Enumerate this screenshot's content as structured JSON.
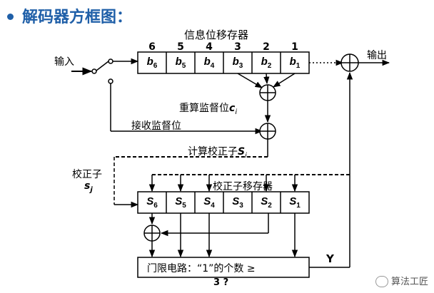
{
  "title": "解码器方框图：",
  "labels": {
    "info_register": "信息位移存器",
    "input": "输入",
    "output": "输出",
    "recompute_check": "重算监督位",
    "recompute_check_var": "c",
    "recompute_check_sub": "i",
    "receive_check": "接收监督位",
    "compute_syndrome": "计算校正子",
    "compute_syndrome_var": "S",
    "compute_syndrome_sub": "i",
    "syndrome": "校正子",
    "syndrome_var": "s",
    "syndrome_sub": "j",
    "syndrome_register": "校正子移存器",
    "threshold_circuit": "门限电路：“1”的个数 ≥",
    "threshold_value": "3 ?",
    "y_signal": "Y"
  },
  "positions": [
    "6",
    "5",
    "4",
    "3",
    "2",
    "1"
  ],
  "info_cells": [
    {
      "var": "b",
      "sub": "6"
    },
    {
      "var": "b",
      "sub": "5"
    },
    {
      "var": "b",
      "sub": "4"
    },
    {
      "var": "b",
      "sub": "3"
    },
    {
      "var": "b",
      "sub": "2"
    },
    {
      "var": "b",
      "sub": "1"
    }
  ],
  "syndrome_cells": [
    {
      "var": "S",
      "sub": "6"
    },
    {
      "var": "S",
      "sub": "5"
    },
    {
      "var": "S",
      "sub": "4"
    },
    {
      "var": "S",
      "sub": "3"
    },
    {
      "var": "S",
      "sub": "2"
    },
    {
      "var": "S",
      "sub": "1"
    }
  ],
  "watermark": "算法工匠"
}
